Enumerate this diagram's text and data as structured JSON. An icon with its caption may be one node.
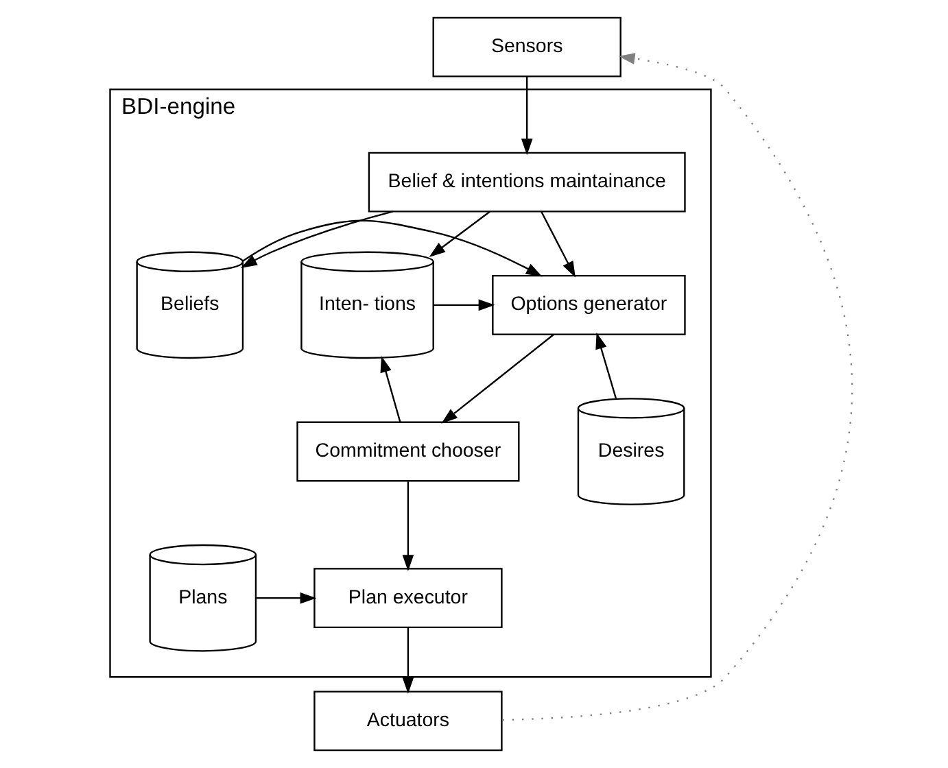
{
  "diagram": {
    "nodes": [
      {
        "text": [
          "Sensors"
        ]
      },
      {
        "text": [
          "BDI-engine"
        ]
      },
      {
        "text": [
          "Belief & intentions maintainance"
        ],
        "in": 1
      },
      {
        "text": [
          "Beliefs"
        ],
        "in": 1
      },
      {
        "text": [
          "Options generator"
        ],
        "in": 1
      },
      {
        "text": [
          "Inten- tions"
        ],
        "in": 1
      },
      {
        "text": [
          "Desires"
        ],
        "in": 1
      },
      {
        "text": [
          "Commitment chooser"
        ],
        "in": 1
      },
      {
        "text": [
          "Plan executor"
        ],
        "in": 1
      },
      {
        "text": [
          "Plans"
        ],
        "in": 1
      },
      {
        "text": [
          "Actuators"
        ]
      }
    ],
    "edges": [
      {
        "from": 0,
        "to": 2,
        "arrow": "to"
      },
      {
        "from": 2,
        "to": 3,
        "arrow": "to"
      },
      {
        "from": 2,
        "to": 4,
        "arrow": "to"
      },
      {
        "from": 2,
        "to": 5,
        "arrow": "to"
      },
      {
        "from": 3,
        "to": 4,
        "arrow": "to"
      },
      {
        "from": 5,
        "to": 4,
        "arrow": "to"
      },
      {
        "from": 6,
        "to": 4,
        "arrow": "to"
      },
      {
        "from": 4,
        "to": 7,
        "arrow": "to"
      },
      {
        "from": 7,
        "to": 5,
        "arrow": "to"
      },
      {
        "from": 7,
        "to": 8,
        "arrow": "to"
      },
      {
        "from": 9,
        "to": 8,
        "arrow": "to"
      },
      {
        "from": 8,
        "to": 10,
        "arrow": "to"
      },
      {
        "from": 10,
        "to": 0,
        "arrow": "to",
        "style": "dashed",
        "color": "#808080"
      }
    ]
  }
}
